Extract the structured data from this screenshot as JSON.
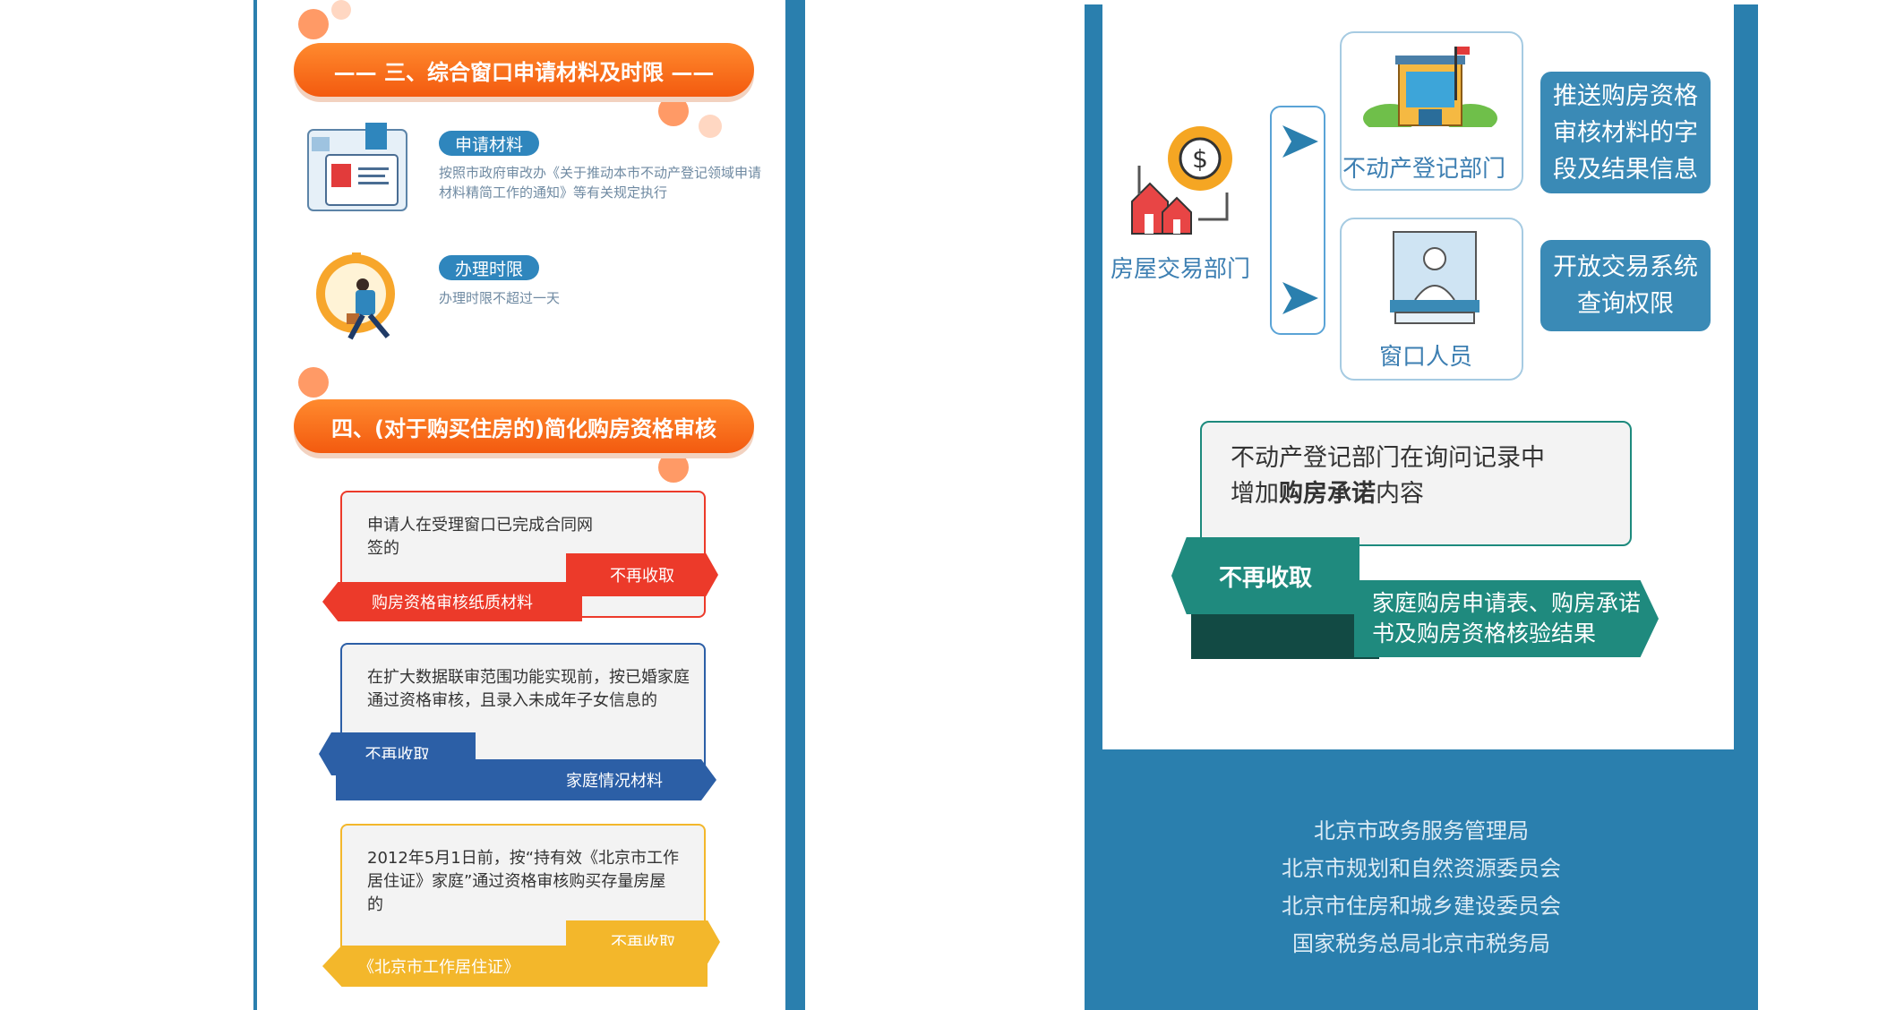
{
  "left": {
    "section3_title": "—— 三、综合窗口申请材料及时限 ——",
    "materials_label": "申请材料",
    "materials_text": "按照市政府审改办《关于推动本市不动产登记领域申请材料精简工作的通知》等有关规定执行",
    "time_label": "办理时限",
    "time_text": "办理时限不超过一天",
    "section4_title": "四、(对于购买住房的)简化购房资格审核",
    "cards": [
      {
        "text": "申请人在受理窗口已完成合同网签的",
        "tag": "不再收取",
        "item": "购房资格审核纸质材料",
        "color": "#ec3a2a"
      },
      {
        "text": "在扩大数据联审范围功能实现前，按已婚家庭通过资格审核，且录入未成年子女信息的",
        "tag": "不再收取",
        "item": "家庭情况材料",
        "color": "#2c5fa6"
      },
      {
        "text": "2012年5月1日前，按“持有效《北京市工作居住证》家庭”通过资格审核购买存量房屋的",
        "tag": "不再收取",
        "item": "《北京市工作居住证》",
        "color": "#f3b72b"
      }
    ]
  },
  "right": {
    "source_label": "房屋交易部门",
    "target_top": "不动产登记部门",
    "target_bottom": "窗口人员",
    "result_top": "推送购房资格审核材料的字段及结果信息",
    "result_bottom": "开放交易系统查询权限",
    "note_text_1": "不动产登记部门在询问记录中",
    "note_text_2_pre": "增加",
    "note_text_2_bold": "购房承诺",
    "note_text_2_post": "内容",
    "note_tag": "不再收取",
    "note_item": "家庭购房申请表、购房承诺书及购房资格核验结果",
    "footer": [
      "北京市政务服务管理局",
      "北京市规划和自然资源委员会",
      "北京市住房和城乡建设委员会",
      "国家税务总局北京市税务局"
    ]
  }
}
